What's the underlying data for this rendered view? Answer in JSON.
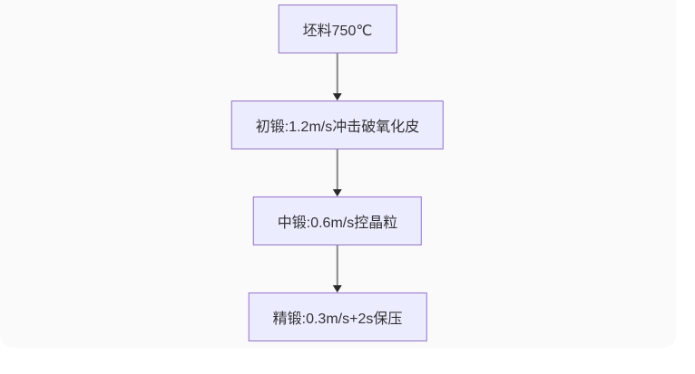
{
  "diagram": {
    "type": "flowchart",
    "direction": "top-down",
    "nodes": [
      {
        "id": "node-1",
        "label": "坯料750℃"
      },
      {
        "id": "node-2",
        "label": "初锻:1.2m/s冲击破氧化皮"
      },
      {
        "id": "node-3",
        "label": "中锻:0.6m/s控晶粒"
      },
      {
        "id": "node-4",
        "label": "精锻:0.3m/s+2s保压"
      }
    ],
    "edges": [
      {
        "from": "node-1",
        "to": "node-2",
        "style": "arrow"
      },
      {
        "from": "node-2",
        "to": "node-3",
        "style": "arrow"
      },
      {
        "from": "node-3",
        "to": "node-4",
        "style": "arrow"
      }
    ],
    "colors": {
      "node_fill": "#ECECFF",
      "node_border": "#9370DB",
      "node_text": "#333333",
      "edge_line": "#8a8a8a",
      "arrowhead": "#2b2b2b",
      "canvas_background": "#fafafa",
      "page_background": "#ffffff"
    }
  }
}
